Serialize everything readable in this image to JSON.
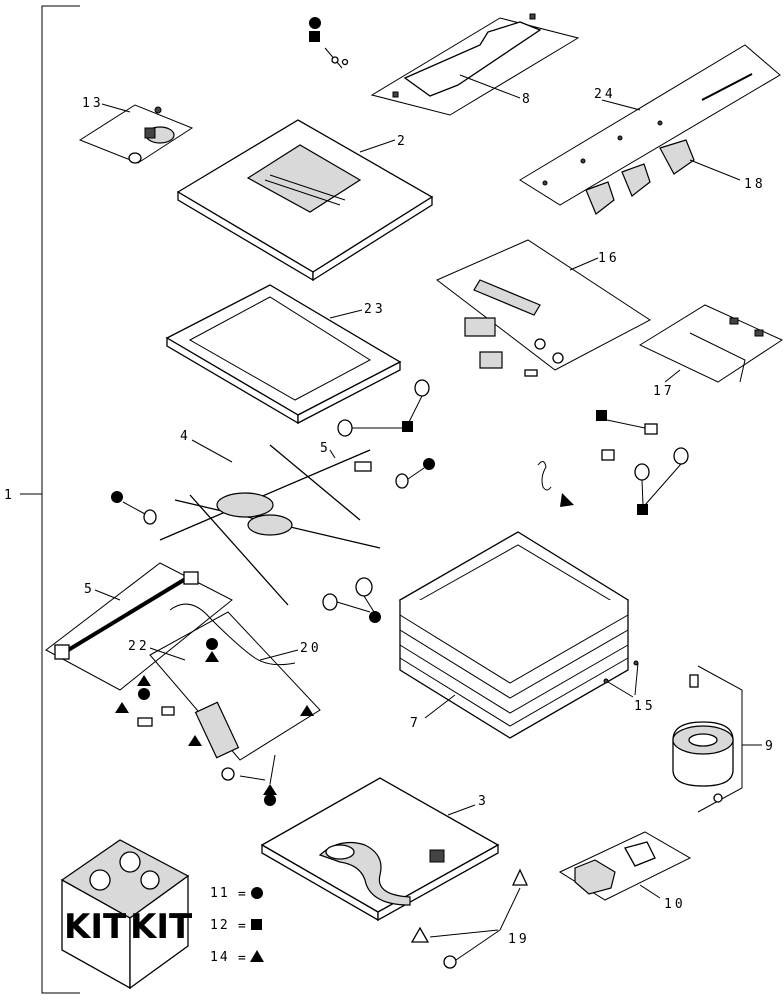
{
  "diagram": {
    "assembly_callout": "1",
    "callouts": {
      "c2": "2",
      "c3": "3",
      "c4": "4",
      "c5a": "5",
      "c5b": "5",
      "c7": "7",
      "c8": "8",
      "c9": "9",
      "c10": "10",
      "c13": "13",
      "c15": "15",
      "c16": "16",
      "c17": "17",
      "c18": "18",
      "c19": "19",
      "c20": "20",
      "c22": "22",
      "c23": "23",
      "c24": "24"
    },
    "kit_labels": [
      "KIT",
      "KIT"
    ],
    "legend": [
      {
        "number": "11",
        "symbol": "circle"
      },
      {
        "number": "12",
        "symbol": "square"
      },
      {
        "number": "14",
        "symbol": "triangle"
      }
    ],
    "legend_equals": "="
  }
}
